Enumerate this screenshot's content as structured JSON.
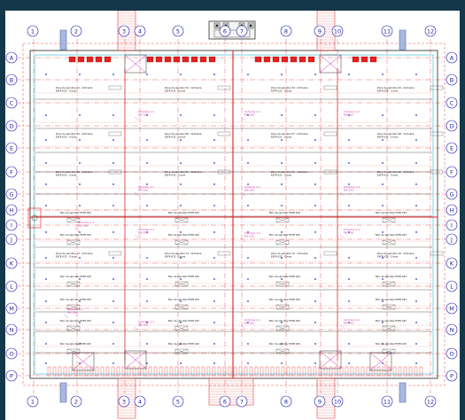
{
  "drawing": {
    "colors": {
      "background": "#14384a",
      "sheet": "#ffffff",
      "grid_bubble": "#1a1aaa",
      "axis_red": "#e02020",
      "structure_black": "#222222",
      "annotation_magenta": "#d02aa8",
      "sprinkler_blue": "#2a3ac0",
      "wall_cyan": "#22b8d8",
      "cabinet_red": "#e82020"
    },
    "column_bubbles": [
      "1",
      "2",
      "3",
      "4",
      "5",
      "6",
      "7",
      "8",
      "9",
      "10",
      "11",
      "12"
    ],
    "row_bubbles": [
      "A",
      "B",
      "C",
      "D",
      "E",
      "F",
      "G",
      "H",
      "I",
      "J",
      "K",
      "L",
      "M",
      "N",
      "O",
      "P"
    ],
    "zone_labels": [
      "Zone de sprinkler 01 - Ordinaire",
      "Zone de sprinkler 02 - Ordinaire",
      "Zone de sprinkler 03 - Ordinaire",
      "Zone de sprinkler 04 - Ordinaire",
      "Zone de sprinkler 05 - Ordinaire",
      "Zone de sprinkler 06 - Ordinaire",
      "Zone de sprinkler 07 - Ordinaire",
      "Zone de sprinkler 08 - Ordinaire",
      "Zone de sprinkler 09 - Ordinaire",
      "Zone de sprinkler 10 - Ordinaire",
      "Zone de sprinkler 11 - Ordinaire",
      "Zone de sprinkler 12 - Ordinaire",
      "Zone de sprinkler 13 - Ordinaire",
      "Zone de sprinkler 14 - Ordinaire",
      "Zone de sprinkler 15 - Ordinaire",
      "Zone de sprinkler 16 - Ordinaire"
    ],
    "zone_sublabel": "ESFR K25 - 5 bars",
    "riser_label": "Colonne 1.1",
    "riser_sublabel": "DN 150",
    "bay_label": "Bloc de sprinkler ESFR K25"
  }
}
